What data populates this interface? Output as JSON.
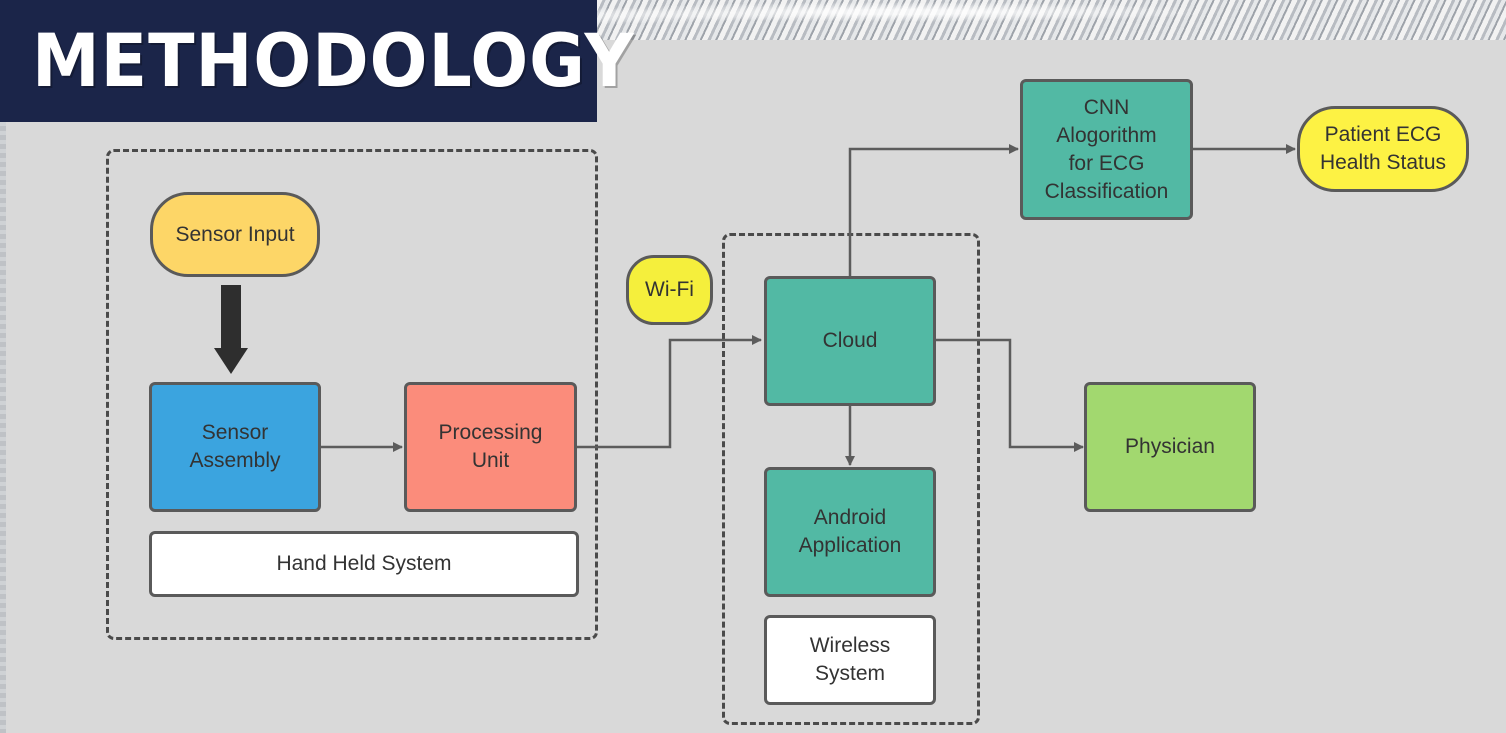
{
  "title": "METHODOLOGY",
  "colors": {
    "banner": "#1b2549",
    "background": "#d9d9d9",
    "sensor_input": "#fdd667",
    "sensor_assembly": "#3ba4df",
    "processing_unit": "#fb8c7b",
    "cloud_nodes": "#52b9a4",
    "wifi": "#f5ef3c",
    "patient_status": "#fdf244",
    "physician": "#a2d86f",
    "label_box": "#ffffff"
  },
  "nodes": {
    "sensor_input": "Sensor Input",
    "sensor_assembly_line1": "Sensor",
    "sensor_assembly_line2": "Assembly",
    "processing_unit_line1": "Processing",
    "processing_unit_line2": "Unit",
    "hand_held_system": "Hand Held System",
    "wifi": "Wi-Fi",
    "cloud": "Cloud",
    "android_line1": "Android",
    "android_line2": "Application",
    "wireless_line1": "Wireless",
    "wireless_line2": "System",
    "cnn_line1": "CNN",
    "cnn_line2": "Alogorithm",
    "cnn_line3": "for ECG",
    "cnn_line4": "Classification",
    "patient_line1": "Patient ECG",
    "patient_line2": "Health Status",
    "physician": "Physician"
  }
}
